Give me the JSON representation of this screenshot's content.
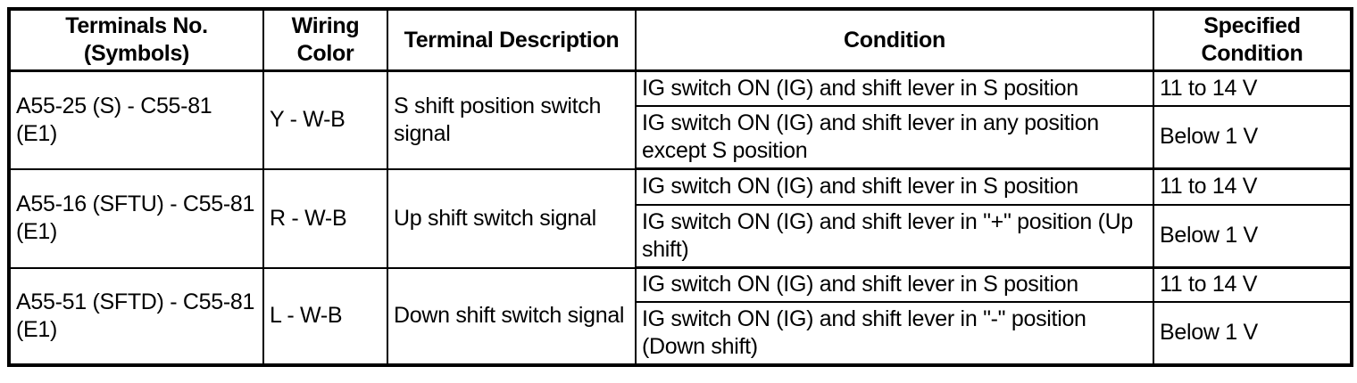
{
  "page": {
    "type": "terminal-inspection-spec-table",
    "colors": {
      "background": "#ffffff",
      "border": "#000000",
      "text": "#000000"
    }
  },
  "table": {
    "headers": [
      "Terminals No.\n(Symbols)",
      "Wiring\nColor",
      "Terminal Description",
      "Condition",
      "Specified\nCondition"
    ],
    "rows": [
      {
        "terminals": "A55-25 (S) - C55-81\n(E1)",
        "wiring_color": "Y - W-B",
        "description": "S shift position switch\nsignal",
        "conditions": [
          {
            "condition": "IG switch ON (IG) and shift lever in S position",
            "specified": "11 to 14 V"
          },
          {
            "condition": "IG switch ON (IG) and shift lever in any position\nexcept S position",
            "specified": "Below 1 V"
          }
        ]
      },
      {
        "terminals": "A55-16 (SFTU) - C55-81\n(E1)",
        "wiring_color": "R - W-B",
        "description": "Up shift switch signal",
        "conditions": [
          {
            "condition": "IG switch ON (IG) and shift lever in S position",
            "specified": "11 to 14 V"
          },
          {
            "condition": "IG switch ON (IG) and shift lever in \"+\" position (Up\nshift)",
            "specified": "Below 1 V"
          }
        ]
      },
      {
        "terminals": "A55-51 (SFTD) - C55-81\n(E1)",
        "wiring_color": "L - W-B",
        "description": "Down shift switch signal",
        "conditions": [
          {
            "condition": "IG switch ON (IG) and shift lever in S position",
            "specified": "11 to 14 V"
          },
          {
            "condition": "IG switch ON (IG) and shift lever in \"-\" position\n(Down shift)",
            "specified": "Below 1 V"
          }
        ]
      }
    ]
  }
}
